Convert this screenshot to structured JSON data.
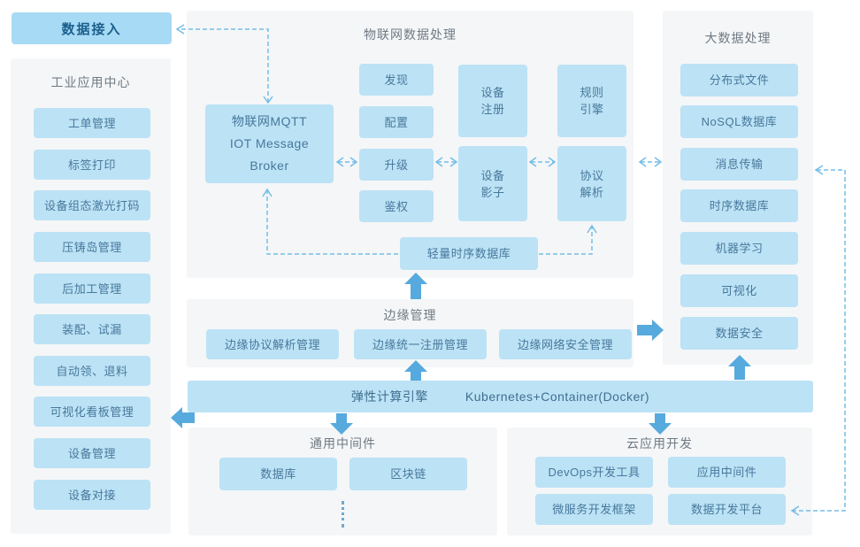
{
  "data_access": {
    "label": "数据接入"
  },
  "industrial": {
    "title": "工业应用中心",
    "items": [
      "工单管理",
      "标签打印",
      "设备组态激光打码",
      "压铸岛管理",
      "后加工管理",
      "装配、试漏",
      "自动领、退料",
      "可视化看板管理",
      "设备管理",
      "设备对接"
    ]
  },
  "iot": {
    "title": "物联网数据处理",
    "broker": "物联网MQTT\nIOT Message\nBroker",
    "functions": [
      "发现",
      "配置",
      "升级",
      "鉴权"
    ],
    "device_registry": "设备\n注册",
    "rule_engine": "规则\n引擎",
    "device_shadow": "设备\n影子",
    "protocol_parse": "协议\n解析",
    "tsdb": "轻量时序数据库"
  },
  "bigdata": {
    "title": "大数据处理",
    "items": [
      "分布式文件",
      "NoSQL数据库",
      "消息传输",
      "时序数据库",
      "机器学习",
      "可视化",
      "数据安全"
    ]
  },
  "edge": {
    "title": "边缘管理",
    "items": [
      "边缘协议解析管理",
      "边缘统一注册管理",
      "边缘网络安全管理"
    ]
  },
  "compute": {
    "engine": "弹性计算引擎",
    "platform": "Kubernetes+Container(Docker)"
  },
  "middleware": {
    "title": "通用中间件",
    "items": [
      "数据库",
      "区块链"
    ],
    "more_icon": "vertical-dots-ellipsis"
  },
  "cloud": {
    "title": "云应用开发",
    "items": [
      "DevOps开发工具",
      "应用中间件",
      "微服务开发框架",
      "数据开发平台"
    ]
  },
  "colors": {
    "box_fill": "#bce2f5",
    "panel_bg": "#f5f6f7",
    "solid_arrow": "#56aadd",
    "dashed_line": "#74bde8",
    "box_text": "#47789c",
    "title_text": "#6f7a84",
    "access_text": "#1b5e8c"
  }
}
